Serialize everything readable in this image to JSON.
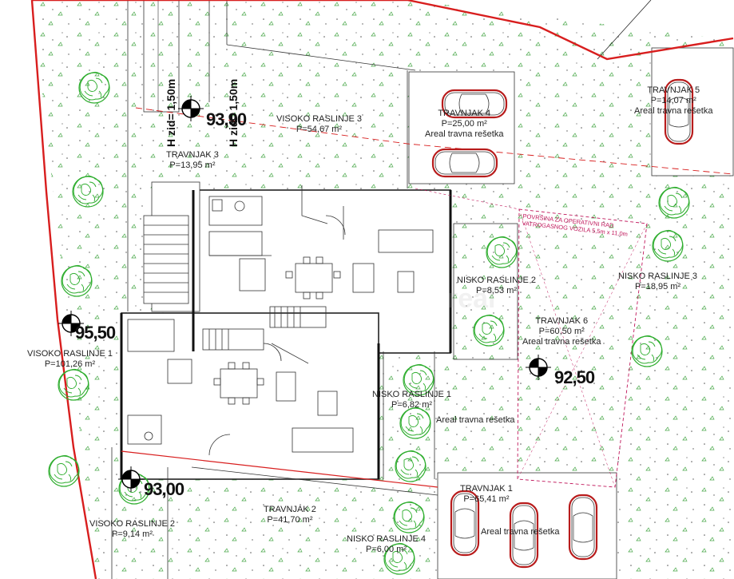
{
  "elevations": {
    "e1": "93,90",
    "e2": "95,50",
    "e3": "92,50",
    "e4": "93,00"
  },
  "wall_labels": {
    "w1": "H zid= 1,50m",
    "w2": "H zid= 1,50m"
  },
  "fire_note": {
    "line1": "POVRŠINA ZA OPERATIVNI RAD",
    "line2": "VATROGASNOG VOZILA 5,5m x 11,0m"
  },
  "zones": {
    "visoko3": {
      "name": "VISOKO RASLINJE 3",
      "area": "P=54,67 m²"
    },
    "travnjak3": {
      "name": "TRAVNJAK 3",
      "area": "P=13,95 m²"
    },
    "travnjak4": {
      "name": "TRAVNJAK 4",
      "area": "P=25,00 m²",
      "note": "Areal travna rešetka"
    },
    "travnjak5": {
      "name": "TRAVNJAK 5",
      "area": "P=14,07 m²",
      "note": "Areal travna rešetka"
    },
    "nisko2": {
      "name": "NISKO RASLINJE 2",
      "area": "P=8,53 m²"
    },
    "nisko3": {
      "name": "NISKO RASLINJE 3",
      "area": "P=18,95 m²"
    },
    "travnjak6": {
      "name": "TRAVNJAK 6",
      "area": "P=60,50 m²",
      "note": "Areal travna rešetka"
    },
    "visoko1": {
      "name": "VISOKO RASLINJE 1",
      "area": "P=101,26 m²"
    },
    "nisko1": {
      "name": "NISKO RASLINJE 1",
      "area": "P=6,82 m²",
      "note": "Areal travna rešetka"
    },
    "travnjak1": {
      "name": "TRAVNJAK 1",
      "area": "P=65,41 m²",
      "note": "Areal travna rešetka"
    },
    "travnjak2": {
      "name": "TRAVNJAK 2",
      "area": "P=41,70 m²"
    },
    "visoko2": {
      "name": "VISOKO RASLINJE  2",
      "area": "P=9,14 m²"
    },
    "nisko4": {
      "name": "NISKO RASLINJE 4",
      "area": "P=6,00 m²"
    }
  },
  "colors": {
    "boundary": "#d81e1e",
    "tree": "#2fae2f",
    "fire_zone": "#c0175b",
    "linework": "#333333"
  }
}
